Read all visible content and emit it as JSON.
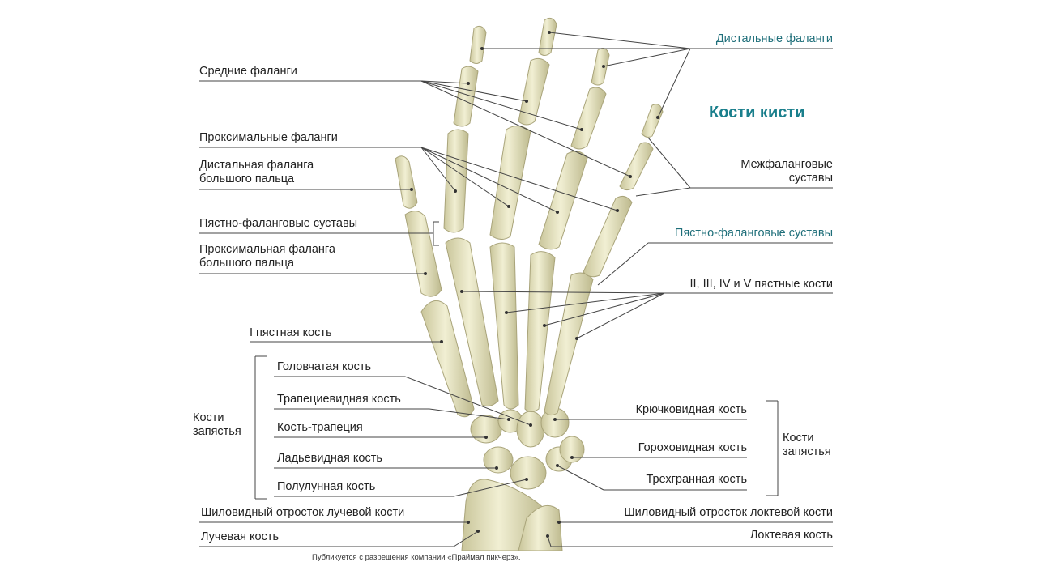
{
  "title": "Кости кисти",
  "labels_left": {
    "middle_phalanges": "Средние фаланги",
    "proximal_phalanges": "Проксимальные фаланги",
    "distal_phalanx_thumb": [
      "Дистальная фаланга",
      "большого пальца"
    ],
    "mcp_joints_left": "Пястно-фаланговые суставы",
    "proximal_phalanx_thumb": [
      "Проксимальная фаланга",
      "большого пальца"
    ],
    "first_metacarpal": "I пястная кость",
    "capitate": "Головчатая кость",
    "trapezoid": "Трапециевидная кость",
    "trapezium": "Кость-трапеция",
    "scaphoid": "Ладьевидная кость",
    "lunate": "Полулунная кость",
    "radial_styloid": "Шиловидный отросток лучевой кости",
    "radius": "Лучевая кость",
    "carpals_left": [
      "Кости",
      "запястья"
    ]
  },
  "labels_right": {
    "distal_phalanges": "Дистальные фаланги",
    "interphalangeal_joints": [
      "Межфаланговые",
      "суставы"
    ],
    "mcp_joints_right": "Пястно-фаланговые суставы",
    "metacarpals_2_5": "II, III, IV и V пястные кости",
    "hamate": "Крючковидная кость",
    "pisiform": "Гороховидная кость",
    "triquetrum": "Трехгранная кость",
    "ulnar_styloid": "Шиловидный отросток локтевой кости",
    "ulna": "Локтевая кость",
    "carpals_right": [
      "Кости",
      "запястья"
    ]
  },
  "credit": "Публикуется с разрешения компании «Праймал пикчерз».",
  "colors": {
    "bone": "#e8e6c2",
    "bone_shade": "#b9b48a",
    "title": "#1a7f8c",
    "line": "#444444"
  }
}
